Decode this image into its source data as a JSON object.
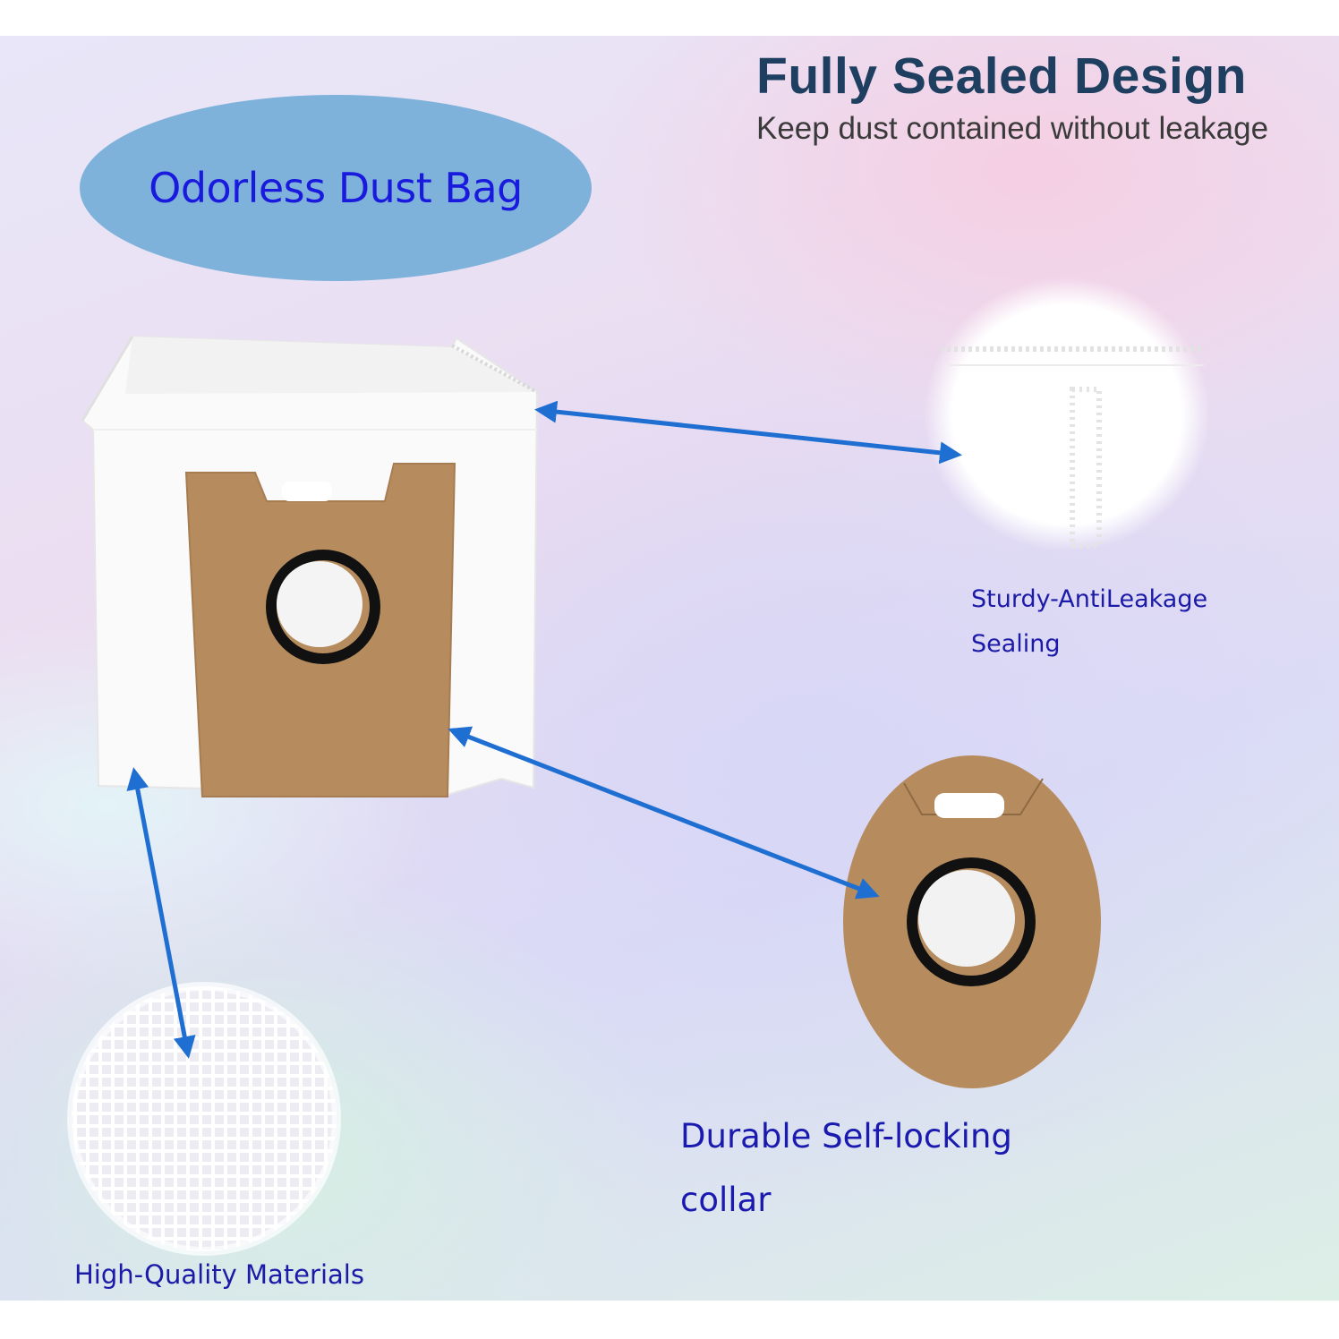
{
  "header": {
    "title": "Fully Sealed Design",
    "subtitle": "Keep dust contained without leakage"
  },
  "badge": {
    "text": "Odorless Dust Bag",
    "color": "#7eb2da",
    "text_color": "#1a1adf"
  },
  "callouts": {
    "sealing_line1": "Sturdy-AntiLeakage",
    "sealing_line2": "Sealing",
    "collar_line1": "Durable Self-locking",
    "collar_line2": "collar",
    "materials": "High-Quality Materials"
  },
  "colors": {
    "arrow": "#1f6fd2",
    "cardboard": "#b68c5e",
    "label_text": "#1b1ba8",
    "title_text": "#1f3f60"
  },
  "icons": [
    "double-arrow-icon",
    "collar-ring-icon",
    "dust-bag-illustration",
    "fabric-mesh-illustration",
    "seam-closeup-illustration"
  ]
}
